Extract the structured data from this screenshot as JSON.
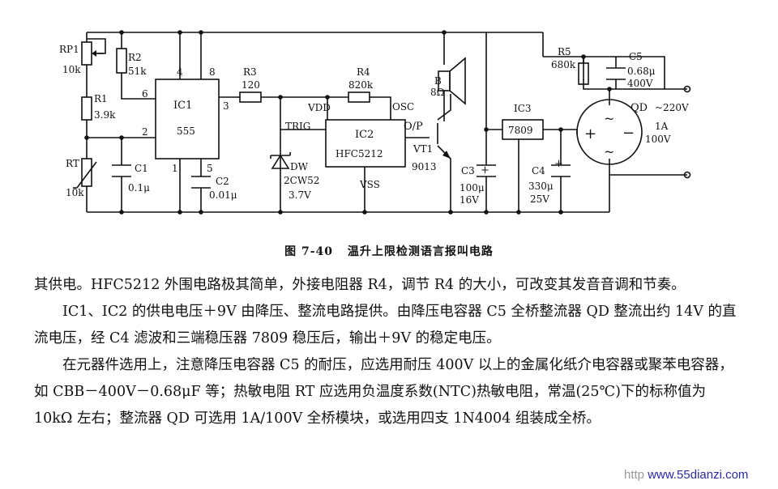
{
  "diagram": {
    "labels": {
      "rp1": "RP1",
      "rp1_val": "10k",
      "r1": "R1",
      "r1_val": "3.9k",
      "r2": "R2",
      "r2_val": "51k",
      "rt": "RT",
      "rt_val": "10k",
      "c1": "C1",
      "c1_val": "0.1μ",
      "ic1": "IC1",
      "ic1_type": "555",
      "pin4": "4",
      "pin8": "8",
      "pin6": "6",
      "pin2": "2",
      "pin1": "1",
      "pin5": "5",
      "pin3": "3",
      "c2": "C2",
      "c2_val": "0.01μ",
      "r3": "R3",
      "r3_val": "120",
      "r4": "R4",
      "r4_val": "820k",
      "vdd": "VDD",
      "osc": "OSC",
      "trig": "TRIG",
      "op": "O/P",
      "vss": "VSS",
      "ic2": "IC2",
      "ic2_type": "HFC5212",
      "dw": "DW",
      "dw_type": "2CW52",
      "dw_val": "3.7V",
      "b": "B",
      "b_val": "8Ω",
      "vt1": "VT1",
      "vt1_type": "9013",
      "c3": "C3",
      "c3_val1": "100μ",
      "c3_val2": "16V",
      "ic3": "IC3",
      "ic3_type": "7809",
      "c4": "C4",
      "c4_val1": "330μ",
      "c4_val2": "25V",
      "r5": "R5",
      "r5_val": "680k",
      "c5": "C5",
      "c5_val1": "0.68μ",
      "c5_val2": "400V",
      "qd": "QD",
      "qd_val1": "1A",
      "qd_val2": "100V",
      "ac": "~220V",
      "plus": "+",
      "minus": "−",
      "tilde": "~"
    }
  },
  "caption": {
    "figure_no": "图 7-40",
    "title": "温升上限检测语言报叫电路"
  },
  "body": {
    "p1": "其供电。HFC5212 外围电路极其简单，外接电阻器 R4，调节 R4 的大小，可改变其发音音调和节奏。",
    "p2": "IC1、IC2 的供电电压＋9V 由降压、整流电路提供。由降压电容器 C5 全桥整流器 QD 整流出约 14V 的直流电压，经 C4 滤波和三端稳压器 7809 稳压后，输出＋9V 的稳定电压。",
    "p3": "在元器件选用上，注意降压电容器 C5 的耐压，应选用耐压 400V 以上的金属化纸介电容器或聚苯电容器，如 CBB－400V－0.68μF 等；热敏电阻 RT 应选用负温度系数(NTC)热敏电阻，常温(25℃)下的标称值为 10kΩ 左右；整流器 QD 可选用 1A/100V 全桥模块，或选用四支 1N4004 组装成全桥。"
  },
  "watermark": {
    "prefix": "http",
    "site": "www.55dianzi.com"
  }
}
